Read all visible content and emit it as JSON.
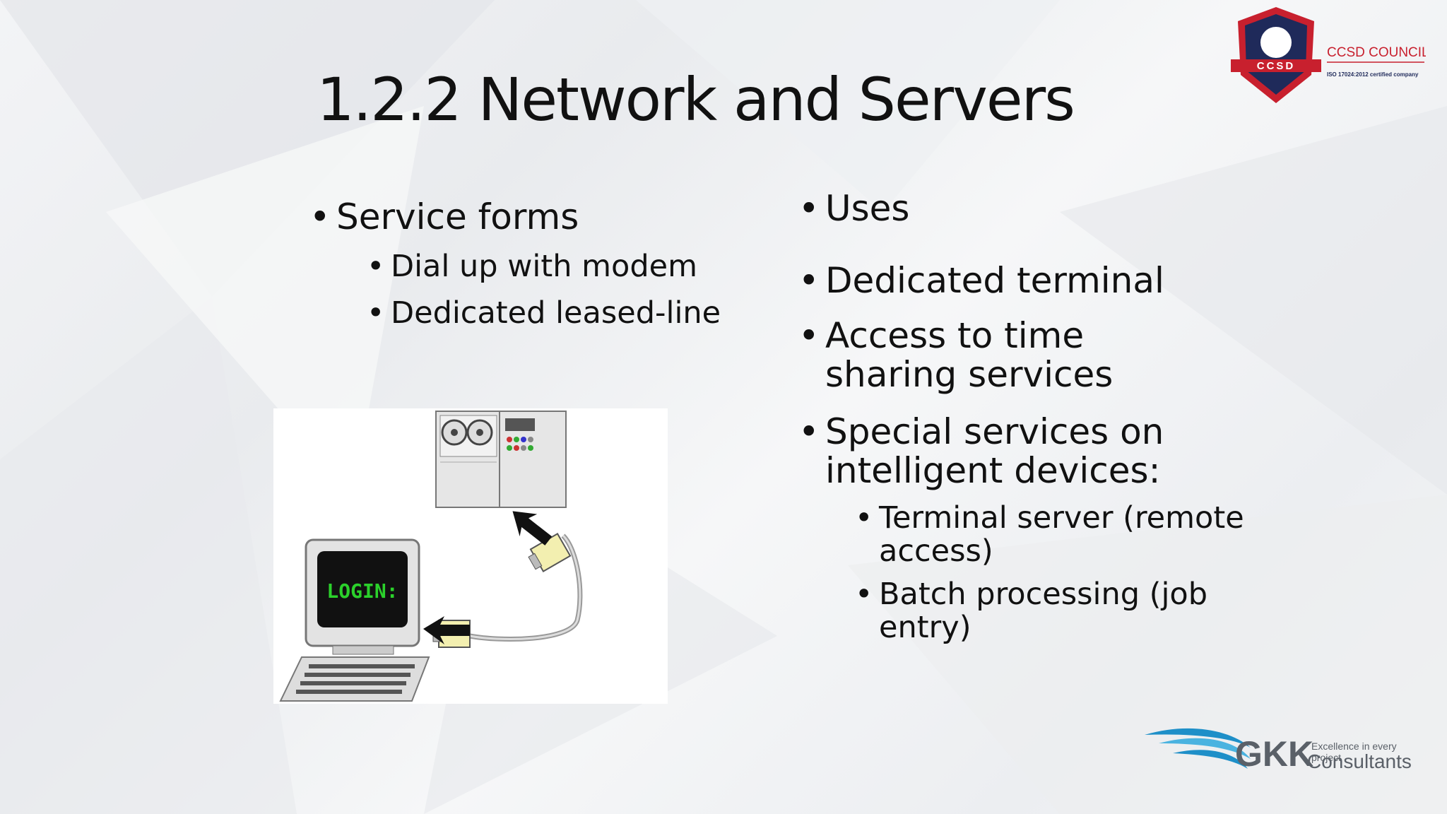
{
  "slide": {
    "title": "1.2.2 Network and Servers",
    "left_column": {
      "heading": "Service forms",
      "items": [
        "Dial up with modem",
        "Dedicated leased-line"
      ]
    },
    "right_column": {
      "heading": "Uses",
      "items": [
        "Dedicated terminal",
        "Access to time sharing services",
        "Special services on intelligent devices:"
      ],
      "subitems": [
        "Terminal server (remote access)",
        "Batch processing (job entry)"
      ]
    },
    "illustration": {
      "screen_text": "LOGIN:"
    },
    "logos": {
      "ccsd_badge": "CCSD",
      "ccsd_name": "CCSD COUNCIL",
      "ccsd_cert": "ISO 17024:2012 certified company",
      "gkk_name": "GKK",
      "gkk_tagline": "Excellence in every project",
      "gkk_sub": "Consultants"
    }
  },
  "colors": {
    "ccsd_red": "#c8202e",
    "ccsd_navy": "#1f2a5a",
    "gkk_blue": "#1e8fc8",
    "screen_green": "#2bd12b"
  }
}
